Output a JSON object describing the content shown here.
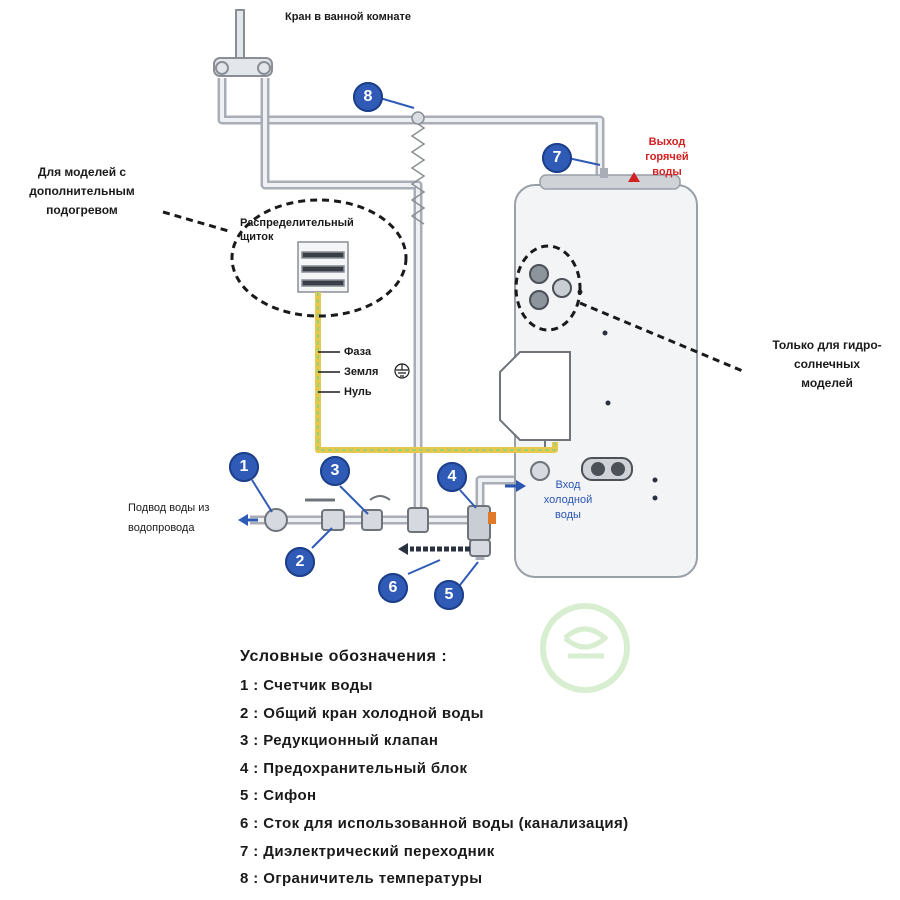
{
  "labels": {
    "tap": "Кран в ванной комнате",
    "models_extra": [
      "Для моделей с",
      "дополнительным",
      "подогревом"
    ],
    "panel": [
      "Распределительный",
      "щиток"
    ],
    "phase": "Фаза",
    "earth": "Земля",
    "neutral": "Нуль",
    "hot_out": [
      "Выход",
      "горячей",
      "воды"
    ],
    "cold_in": [
      "Вход",
      "холодной",
      "воды"
    ],
    "solar": [
      "Только для гидро-",
      "солнечных",
      "моделей"
    ],
    "supply": [
      "Подвод воды из",
      "водопровода"
    ]
  },
  "markers": [
    "1",
    "2",
    "3",
    "4",
    "5",
    "6",
    "7",
    "8"
  ],
  "legend": {
    "title": "Условные обозначения :",
    "items": [
      "1 : Счетчик воды",
      "2 : Общий кран холодной воды",
      "3 : Редукционный клапан",
      "4 : Предохранительный блок",
      "5 : Сифон",
      "6 : Сток для использованной воды (канализация)",
      "7 : Диэлектрический переходник",
      "8 : Ограничитель температуры"
    ]
  },
  "colors": {
    "marker": "#2f5bb7",
    "hot": "#d32020",
    "cold": "#2a55b0",
    "pipe": "#a9aeb6",
    "wire": "#e8c84a"
  }
}
